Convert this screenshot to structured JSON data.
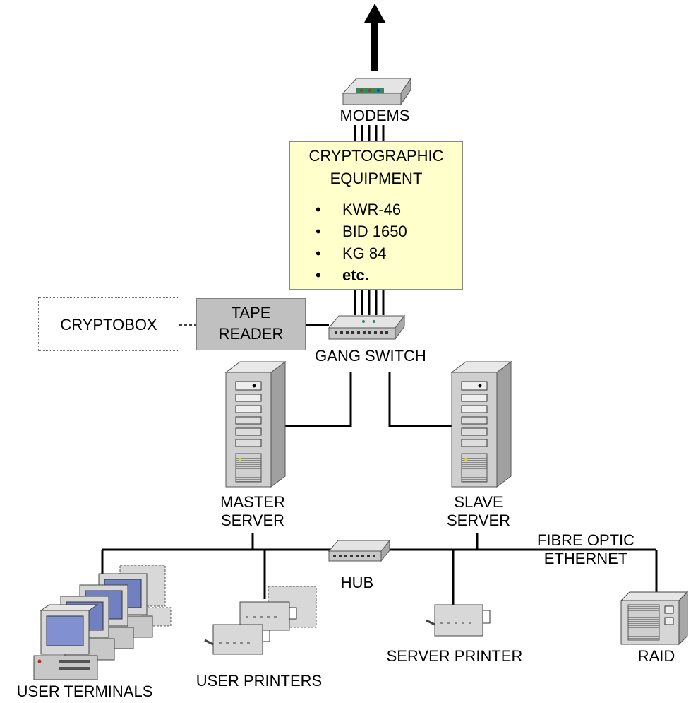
{
  "labels": {
    "modems": "MODEMS",
    "crypto_title_1": "CRYPTOGRAPHIC",
    "crypto_title_2": "EQUIPMENT",
    "crypto_items": [
      "KWR-46",
      "BID 1650",
      "KG 84",
      "etc."
    ],
    "bullet": "•",
    "cryptobox": "CRYPTOBOX",
    "tape_reader_1": "TAPE",
    "tape_reader_2": "READER",
    "gang_switch": "GANG SWITCH",
    "master_server_1": "MASTER",
    "master_server_2": "SERVER",
    "slave_server_1": "SLAVE",
    "slave_server_2": "SERVER",
    "hub": "HUB",
    "fibre_1": "FIBRE OPTIC",
    "fibre_2": "ETHERNET",
    "user_terminals": "USER TERMINALS",
    "user_printers": "USER PRINTERS",
    "server_printer": "SERVER PRINTER",
    "raid": "RAID"
  },
  "colors": {
    "crypto_fill": "#ffffcc",
    "tape_fill": "#c0c0c0",
    "line": "#000000",
    "device_gray": "#c8c8c8"
  }
}
